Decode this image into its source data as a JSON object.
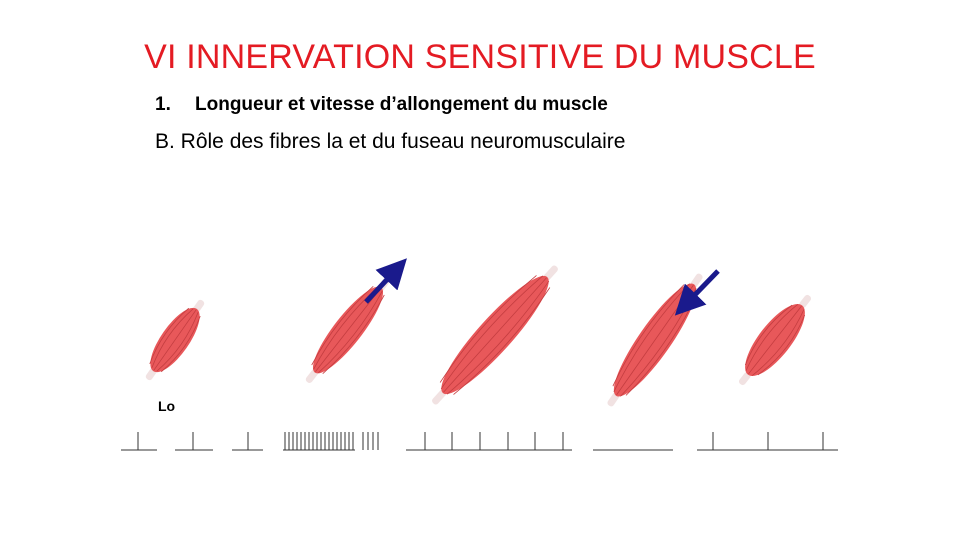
{
  "slide": {
    "title": "VI INNERVATION  SENSITIVE DU MUSCLE",
    "subtitle_number": "1.",
    "subtitle": "Longueur et vitesse d’allongement du muscle",
    "section": "B. Rôle des fibres la et du fuseau neuromusculaire",
    "length_label": "Lo"
  },
  "figure": {
    "muscle_color": "#e8585a",
    "tendon_color": "#f1e2e2",
    "arrow_color": "#1a1a8c",
    "stages": [
      {
        "state": "resting",
        "arrow": "none",
        "discharge": "low"
      },
      {
        "state": "stretching",
        "arrow": "up",
        "discharge": "high"
      },
      {
        "state": "stretched",
        "arrow": "none",
        "discharge": "medium"
      },
      {
        "state": "shortening",
        "arrow": "down",
        "discharge": "silent"
      },
      {
        "state": "resting",
        "arrow": "none",
        "discharge": "low"
      }
    ]
  }
}
